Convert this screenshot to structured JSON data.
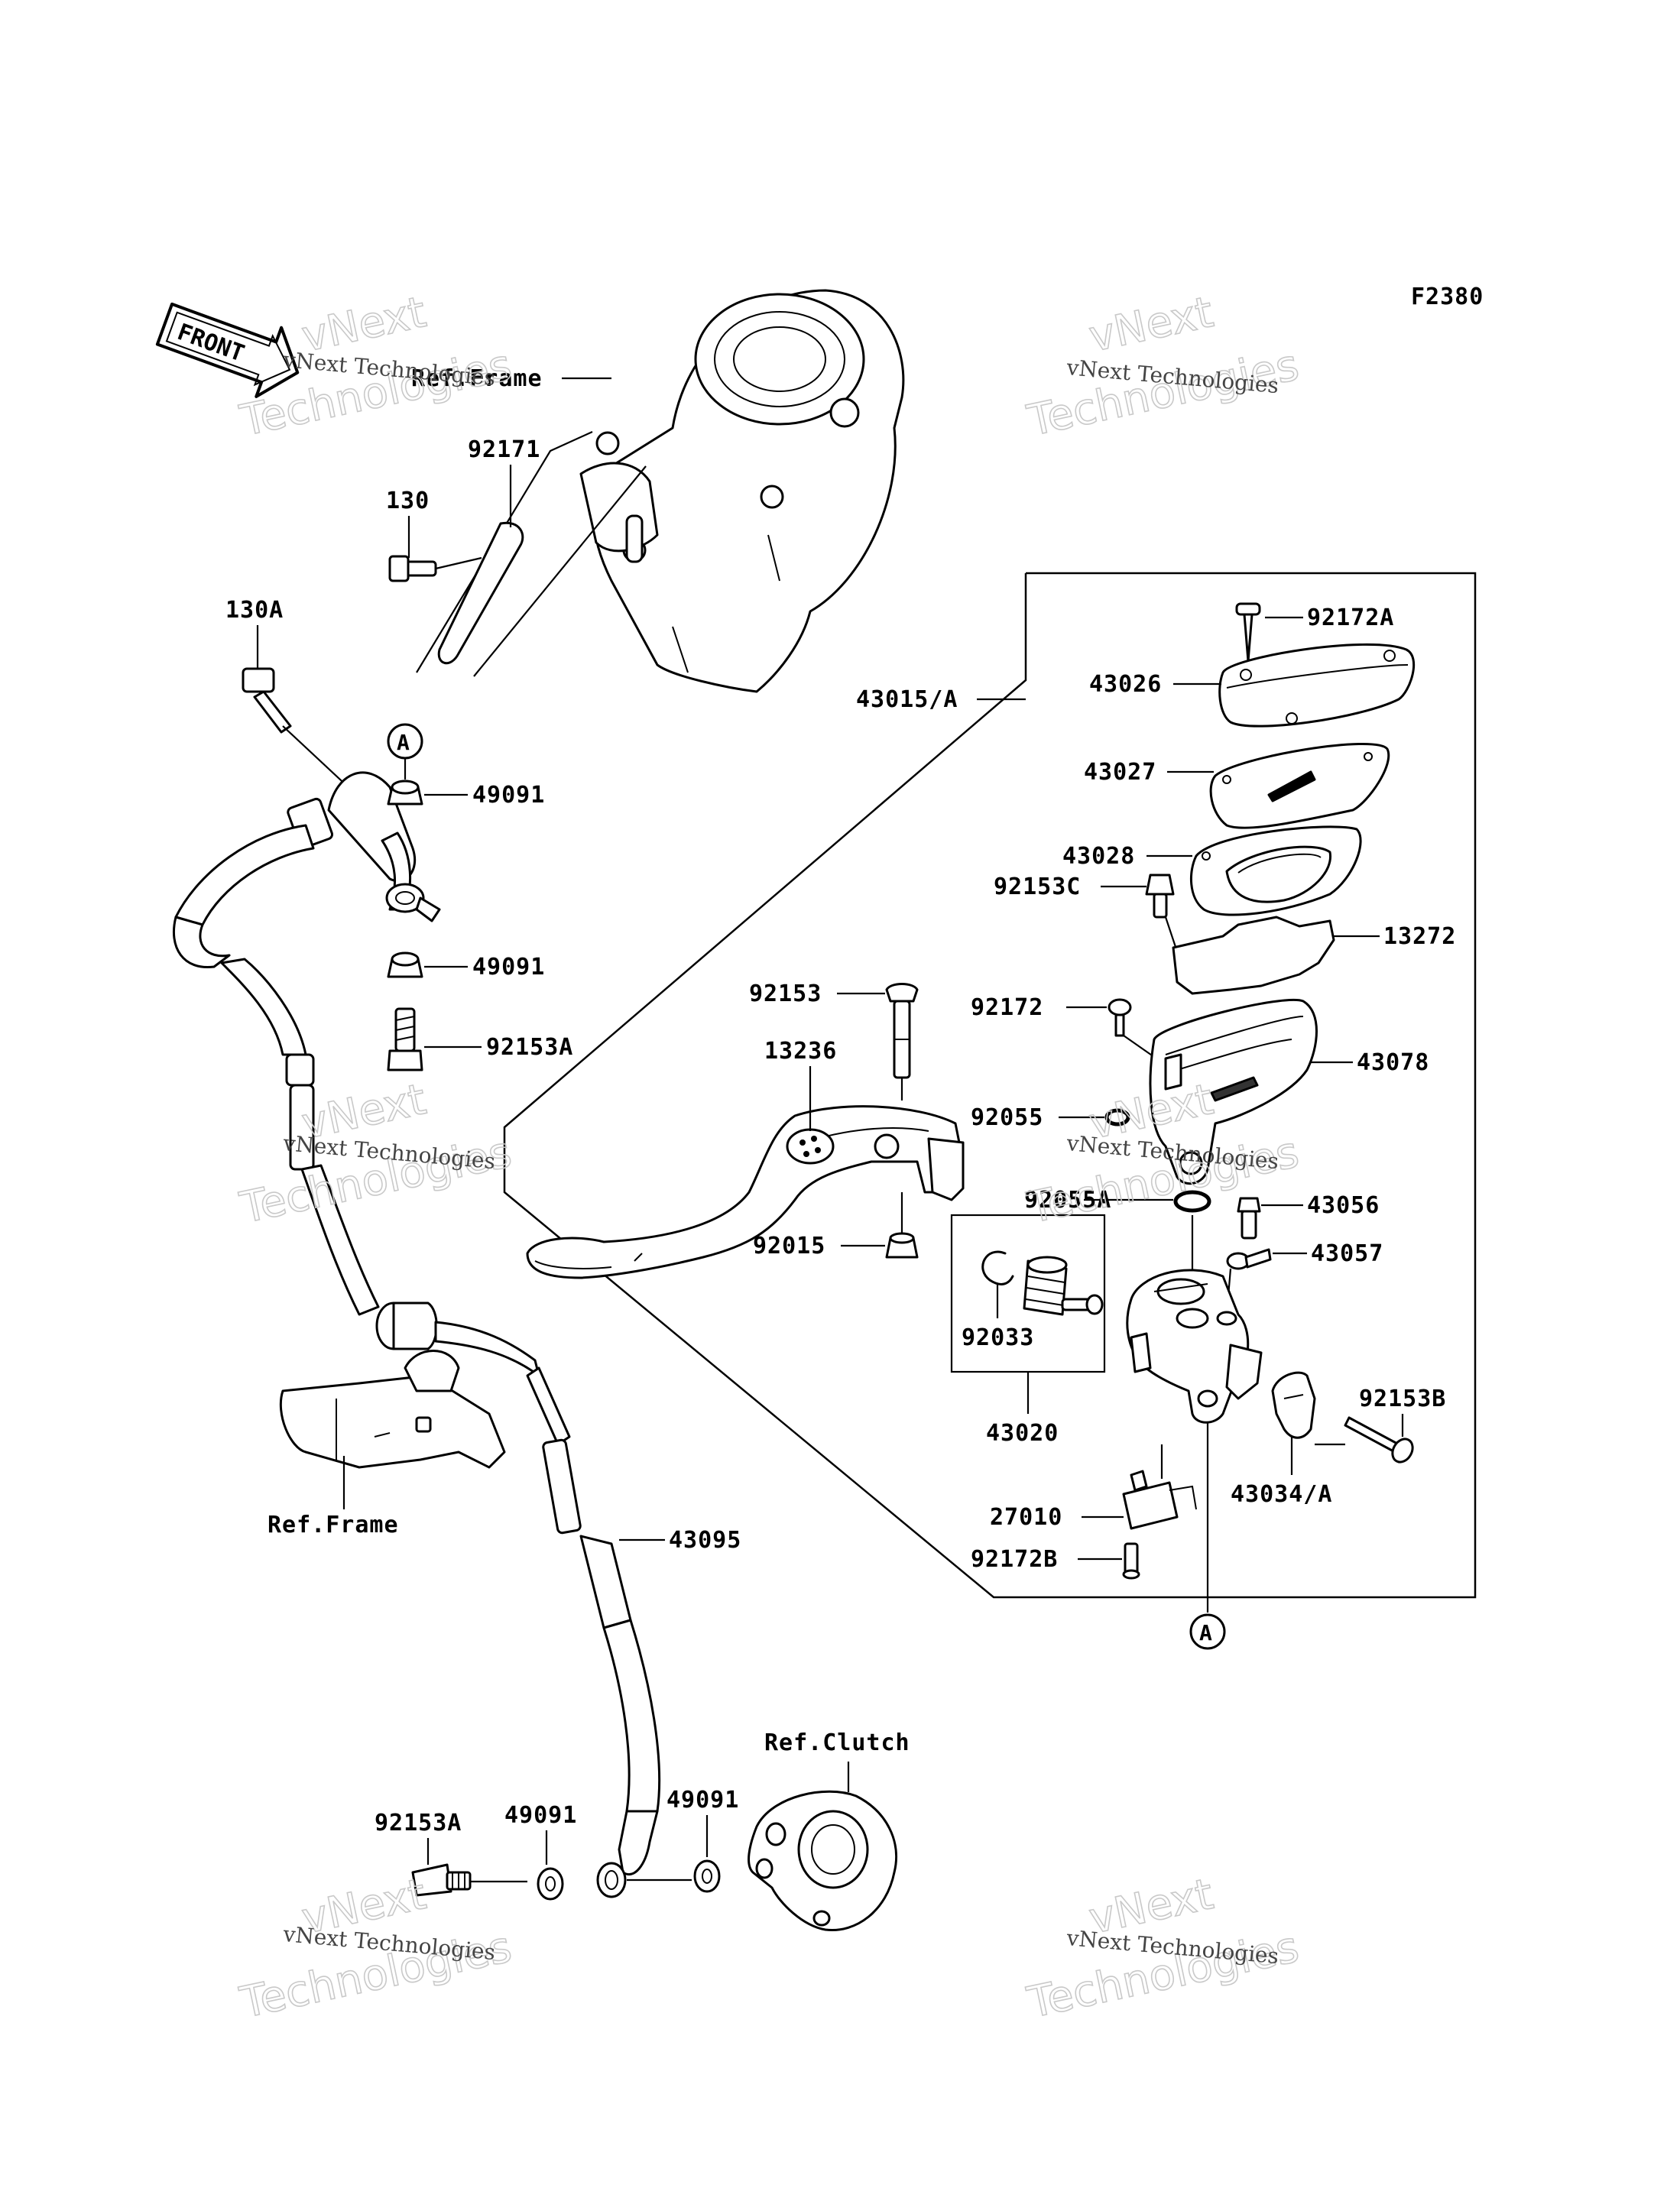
{
  "figure_code": "F2380",
  "front_label": "FRONT",
  "watermark": {
    "line1": "vNext",
    "line2": "Technologies",
    "small": "vNext Technologies"
  },
  "labels": {
    "ref_frame_top": "Ref.Frame",
    "p92171": "92171",
    "p130": "130",
    "p130A": "130A",
    "circA_top": "A",
    "p49091_a": "49091",
    "p49091_b": "49091",
    "p92153A_a": "92153A",
    "p43015A": "43015/A",
    "p92172A": "92172A",
    "p43026": "43026",
    "p43027": "43027",
    "p43028": "43028",
    "p92153C": "92153C",
    "p13272": "13272",
    "p92153": "92153",
    "p92172": "92172",
    "p13236": "13236",
    "p43078": "43078",
    "p92055": "92055",
    "p92055A": "92055A",
    "p43056": "43056",
    "p43057": "43057",
    "p92015": "92015",
    "p92033": "92033",
    "p43020": "43020",
    "p92153B": "92153B",
    "p27010": "27010",
    "p43034A": "43034/A",
    "p92172B": "92172B",
    "circA_bottom": "A",
    "ref_frame_mid": "Ref.Frame",
    "p43095": "43095",
    "ref_clutch": "Ref.Clutch",
    "p92153A_b": "92153A",
    "p49091_c": "49091",
    "p49091_d": "49091"
  }
}
